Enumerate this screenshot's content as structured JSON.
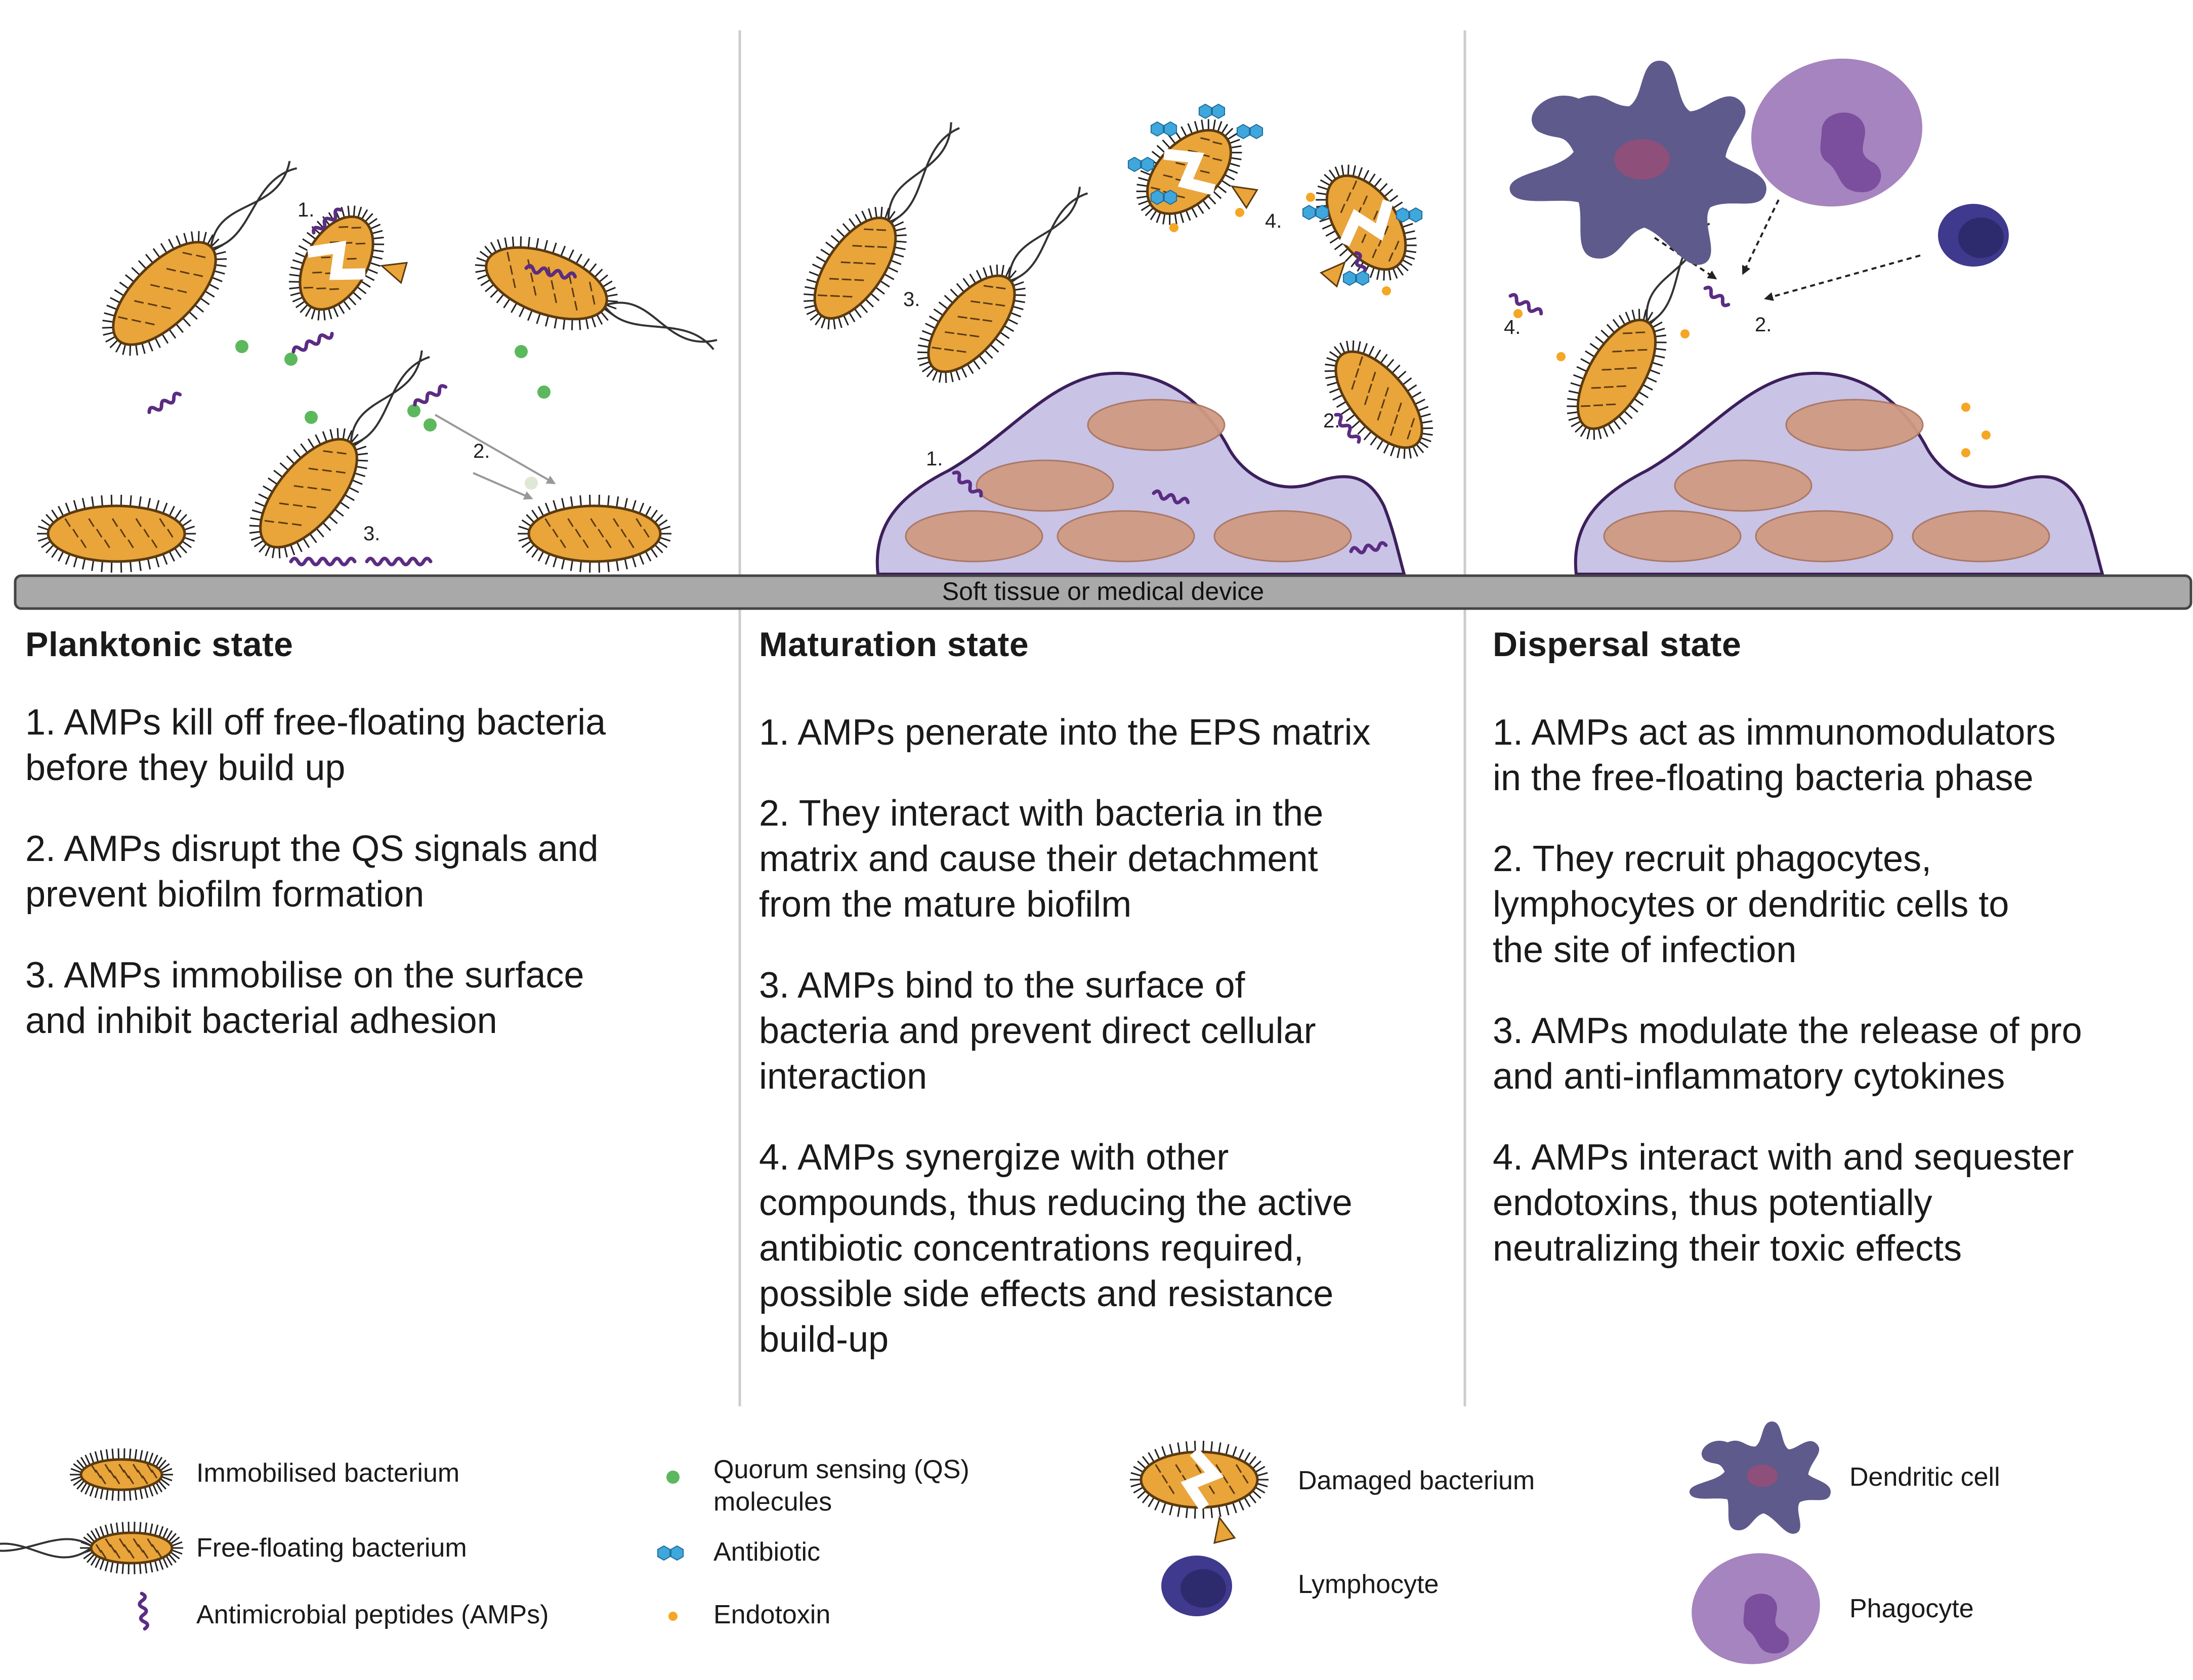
{
  "substrate_label": "Soft tissue or medical device",
  "panels": [
    {
      "heading": "Planktonic state",
      "items": [
        "1. AMPs kill off free-floating bacteria\nbefore they build up",
        "2. AMPs disrupt the QS signals and\nprevent biofilm formation",
        "3. AMPs immobilise on the surface\nand inhibit bacterial adhesion"
      ],
      "markers": [
        "1.",
        "2.",
        "3."
      ]
    },
    {
      "heading": "Maturation state",
      "items": [
        "1. AMPs penerate into the EPS matrix",
        "2. They interact with bacteria in the\nmatrix and cause their detachment\nfrom the mature biofilm",
        "3. AMPs bind to the surface of\nbacteria and prevent direct cellular\ninteraction",
        "4. AMPs synergize with other\ncompounds, thus reducing the active\nantibiotic concentrations required,\npossible side effects and resistance\nbuild-up"
      ],
      "markers": [
        "1.",
        "2.",
        "3.",
        "4."
      ]
    },
    {
      "heading": "Dispersal state",
      "items": [
        "1. AMPs act as immunomodulators\nin the free-floating bacteria phase",
        "2. They recruit phagocytes,\nlymphocytes or dendritic cells to\nthe site of infection",
        "3. AMPs modulate the release of pro\nand anti-inflammatory cytokines",
        "4. AMPs interact with and sequester\nendotoxins, thus potentially\nneutralizing their toxic effects"
      ],
      "markers": [
        "2.",
        "4."
      ]
    }
  ],
  "legend": {
    "immobilised": "Immobilised bacterium",
    "free_floating": "Free-floating bacterium",
    "amps": "Antimicrobial peptides (AMPs)",
    "qs": "Quorum sensing (QS)\nmolecules",
    "antibiotic": "Antibiotic",
    "endotoxin": "Endotoxin",
    "damaged": "Damaged bacterium",
    "lymphocyte": "Lymphocyte",
    "dendritic": "Dendritic cell",
    "phagocyte": "Phagocyte"
  },
  "colors": {
    "bacterium_fill": "#E9A43A",
    "bacterium_stroke": "#5a3a10",
    "qs": "#5CB85C",
    "amp": "#5B2C83",
    "antibiotic": "#3FA7DC",
    "endotoxin": "#F5A623",
    "biofilm_matrix": "#C9C3E6",
    "biofilm_outline": "#3D1F5C",
    "embedded_cell": "#D09A82",
    "substrate": "#A9A9A9",
    "dendritic": "#5E5A8C",
    "phagocyte": "#A684BF",
    "lymphocyte": "#3F3A8E"
  }
}
